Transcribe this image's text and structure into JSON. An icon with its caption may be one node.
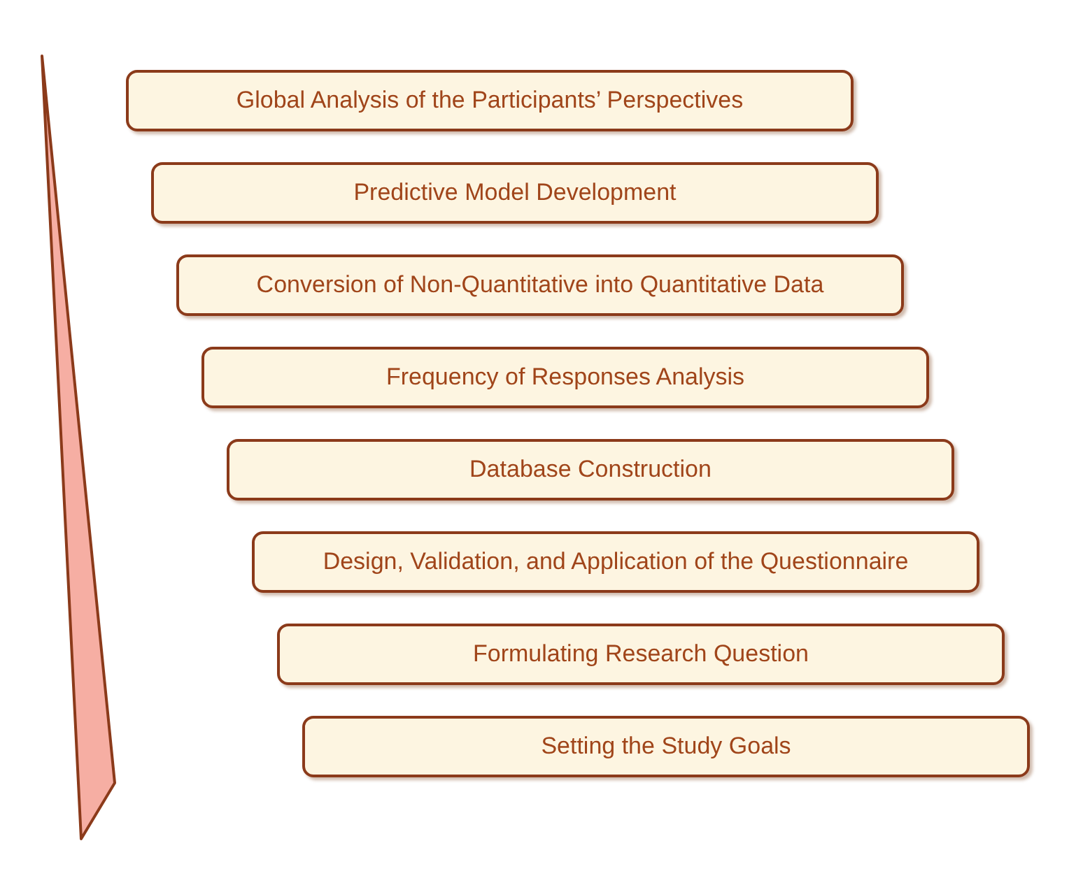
{
  "diagram": {
    "nodes": [
      {
        "text": [
          "Global Analysis of the Participants’ Perspectives"
        ]
      },
      {
        "text": [
          "Predictive Model Development"
        ]
      },
      {
        "text": [
          "Conversion of Non-Quantitative into Quantitative Data"
        ]
      },
      {
        "text": [
          "Frequency of Responses Analysis"
        ]
      },
      {
        "text": [
          "Database Construction"
        ]
      },
      {
        "text": [
          "Design, Validation, and Application of the Questionnaire"
        ]
      },
      {
        "text": [
          "Formulating Research Question"
        ]
      },
      {
        "text": [
          "Setting the Study Goals"
        ]
      }
    ]
  }
}
